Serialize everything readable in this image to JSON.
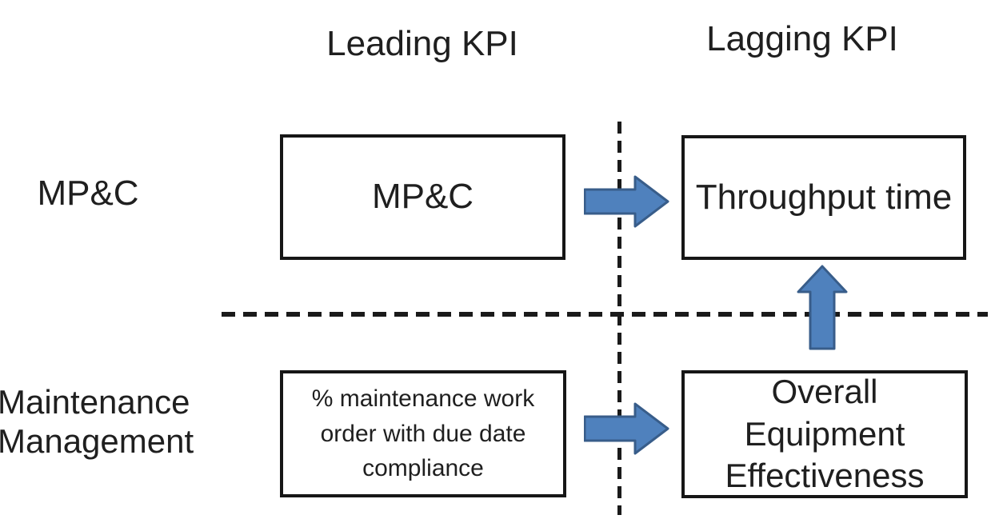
{
  "header": {
    "leading_kpi": "Leading KPI",
    "lagging_kpi": "Lagging KPI"
  },
  "rows": {
    "mpc_label": "MP&C",
    "maintenance_label": "Maintenance Management"
  },
  "boxes": {
    "mpc": "MP&C",
    "throughput": "Throughput time",
    "maintenance_kpi": "% maintenance work order with due date compliance",
    "oee": "Overall Equipment Effectiveness"
  },
  "icons": {
    "arrow_right": "right-block-arrow",
    "arrow_up": "up-block-arrow"
  },
  "colors": {
    "arrow_fill": "#4f81bd",
    "arrow_stroke": "#385d8a",
    "box_border": "#161616",
    "dash_line": "#1a1a1a",
    "text": "#1f1f1f",
    "background": "#ffffff"
  }
}
